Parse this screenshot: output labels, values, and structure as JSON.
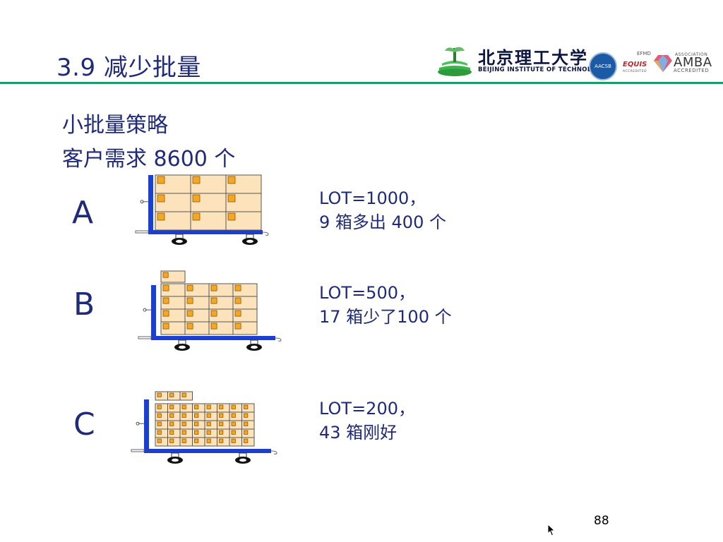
{
  "slide": {
    "title": "3.9 减少批量",
    "strategy_label": "小批量策略",
    "demand_label": "客户需求 8600 个",
    "page_number": "88"
  },
  "logo": {
    "name_cn": "北京理工大学",
    "name_en": "BEIJING INSTITUTE OF TECHNOLOGY",
    "aacsb": "AACSB",
    "efmd": "EFMD",
    "equis": "EQUIS",
    "equis_sub": "ACCREDITED",
    "amba_assoc": "ASSOCIATION",
    "amba": "AMBA",
    "amba_acc": "ACCREDITED"
  },
  "options": [
    {
      "letter": "A",
      "lot": "LOT=1000，",
      "desc": "9 箱多出 400 个"
    },
    {
      "letter": "B",
      "lot": "LOT=500，",
      "desc": "17  箱少了100 个"
    },
    {
      "letter": "C",
      "lot": "LOT=200，",
      "desc": "43 箱刚好"
    }
  ],
  "colors": {
    "title": "#1f2a7a",
    "rule": "#1c9a6a",
    "box_fill": "#fde3bb",
    "box_sticker": "#f5a623",
    "cart": "#1d3fcf"
  }
}
